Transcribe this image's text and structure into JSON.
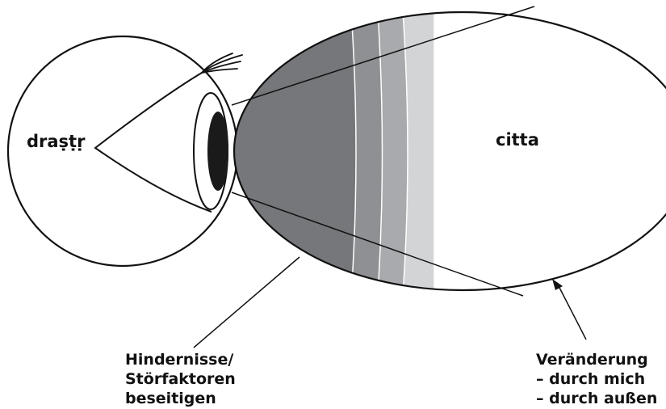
{
  "labels": {
    "seer": "draṣṭṛ",
    "mind": "citta",
    "obstacles": [
      "Hindernisse/",
      "Störfaktoren",
      "beseitigen"
    ],
    "change": [
      "Veränderung",
      "– durch mich",
      "– durch außen"
    ]
  },
  "colors": {
    "stroke": "#111111",
    "band_darkest": "#75777a",
    "band_dark": "#8e9093",
    "band_mid": "#a8aaad",
    "band_light": "#d3d4d6",
    "pupil": "#1a1a1a",
    "background": "#ffffff"
  },
  "icons": [
    "eye-icon",
    "eyelash-icon"
  ]
}
